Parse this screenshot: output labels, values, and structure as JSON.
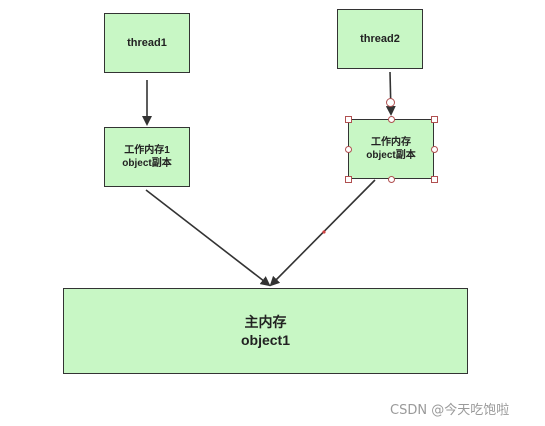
{
  "nodes": {
    "thread1": {
      "label": "thread1"
    },
    "thread2": {
      "label": "thread2"
    },
    "work1": {
      "line1": "工作内存1",
      "line2": "object副本"
    },
    "work2": {
      "line1": "工作内存",
      "line2": "object副本"
    },
    "main": {
      "line1": "主内存",
      "line2": "object1"
    }
  },
  "colors": {
    "node_fill": "#c8f7c5",
    "node_border": "#333333",
    "arrow": "#333333",
    "selection_handle": "#b05050"
  },
  "watermark": "CSDN @今天吃饱啦"
}
